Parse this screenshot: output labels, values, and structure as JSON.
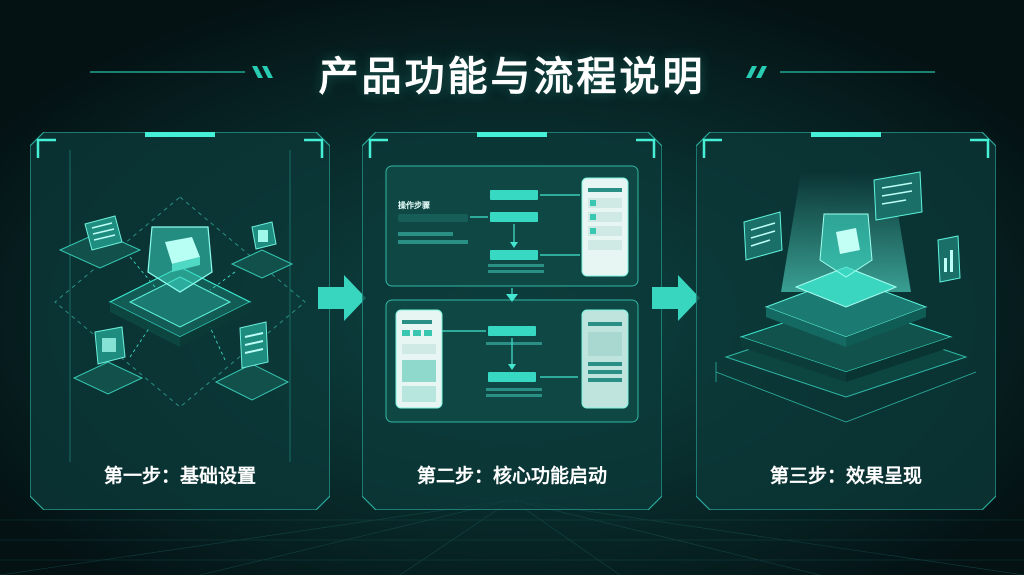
{
  "title": "产品功能与流程说明",
  "steps": [
    {
      "label": "第一步：基础设置"
    },
    {
      "label": "第二步：核心功能启动"
    },
    {
      "label": "第三步：效果呈现"
    }
  ],
  "flow": {
    "panel_title": "操作步骤"
  },
  "colors": {
    "accent": "#2de0c4",
    "panel_bg": "#0c3a3a",
    "background": "#061a1c"
  }
}
